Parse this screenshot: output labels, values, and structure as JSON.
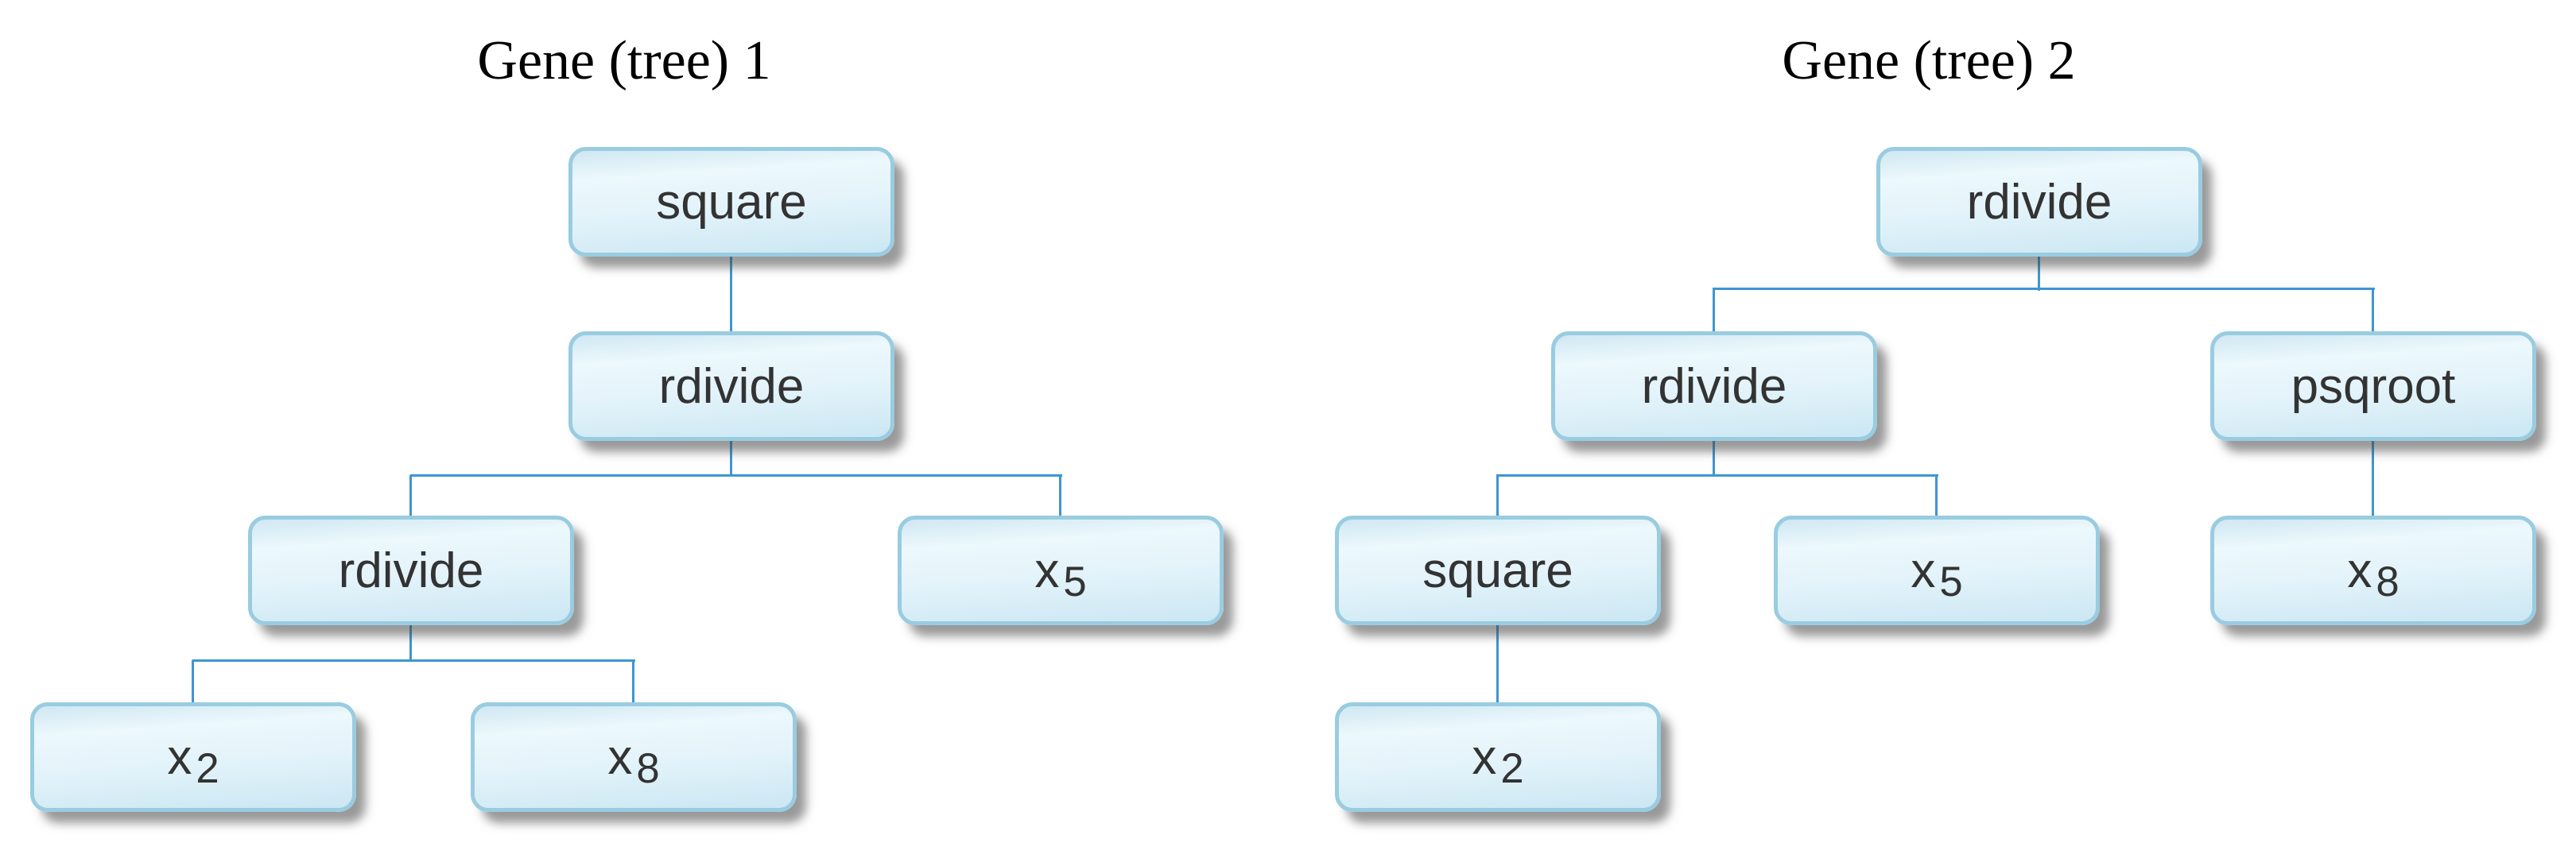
{
  "figure": {
    "background": "#ffffff",
    "description": "Two genetic-programming gene expression trees"
  },
  "colors": {
    "connector": "#3e96d2",
    "node_border": "#99cce0",
    "node_fill_top": "#cfe7f2",
    "node_fill_mid": "#ecf8fc",
    "node_fill_bottom": "#cbe7f3",
    "node_text": "#333333",
    "title_color": "#000000",
    "shadow": "rgba(70,70,70,0.55)"
  },
  "trees": [
    {
      "title": "Gene (tree) 1",
      "nodes": [
        {
          "label": "square"
        },
        {
          "label": "rdivide"
        },
        {
          "label": "rdivide"
        },
        {
          "label_base": "x",
          "label_sub": "5"
        },
        {
          "label_base": "x",
          "label_sub": "2"
        },
        {
          "label_base": "x",
          "label_sub": "8"
        }
      ],
      "edges": [
        [
          0,
          1
        ],
        [
          1,
          2
        ],
        [
          1,
          3
        ],
        [
          2,
          4
        ],
        [
          2,
          5
        ]
      ]
    },
    {
      "title": "Gene (tree) 2",
      "nodes": [
        {
          "label": "rdivide"
        },
        {
          "label": "rdivide"
        },
        {
          "label": "psqroot"
        },
        {
          "label": "square"
        },
        {
          "label_base": "x",
          "label_sub": "5"
        },
        {
          "label_base": "x",
          "label_sub": "8"
        },
        {
          "label_base": "x",
          "label_sub": "2"
        }
      ],
      "edges": [
        [
          0,
          1
        ],
        [
          0,
          2
        ],
        [
          1,
          3
        ],
        [
          1,
          4
        ],
        [
          2,
          5
        ],
        [
          3,
          6
        ]
      ]
    }
  ]
}
